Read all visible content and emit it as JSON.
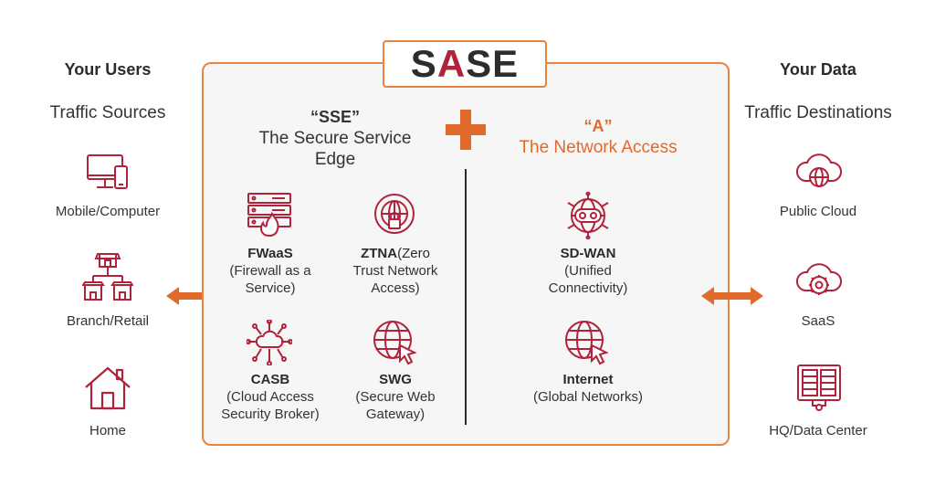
{
  "colors": {
    "accent": "#b0233a",
    "orange": "#e9833f",
    "dark": "#2b2b2b"
  },
  "logo": {
    "part1": "S",
    "part2": "A",
    "part3": "SE"
  },
  "left": {
    "heading": "Your Users",
    "subheading": "Traffic Sources",
    "items": [
      {
        "label": "Mobile/Computer",
        "icon": "computer-phone-icon"
      },
      {
        "label": "Branch/Retail",
        "icon": "branch-network-icon"
      },
      {
        "label": "Home",
        "icon": "home-icon"
      }
    ]
  },
  "right": {
    "heading": "Your Data",
    "subheading": "Traffic Destinations",
    "items": [
      {
        "label": "Public Cloud",
        "icon": "cloud-globe-icon"
      },
      {
        "label": "SaaS",
        "icon": "cloud-gear-icon"
      },
      {
        "label": "HQ/Data Center",
        "icon": "server-rack-icon"
      }
    ]
  },
  "sse": {
    "quote": "“SSE”",
    "title_line1": "The Secure Service",
    "title_line2": "Edge",
    "items": [
      {
        "title": "FWaaS",
        "desc1": "(Firewall as a",
        "desc2": "Service)"
      },
      {
        "title": "ZTNA",
        "title_rest": "(Zero",
        "desc1": "Trust Network",
        "desc2": "Access)"
      },
      {
        "title": "CASB",
        "desc1": "(Cloud Access",
        "desc2": "Security Broker)"
      },
      {
        "title": "SWG",
        "desc1": "(Secure Web",
        "desc2": "Gateway)"
      }
    ]
  },
  "network": {
    "quote": "“A”",
    "title": "The Network Access",
    "items": [
      {
        "title": "SD-WAN",
        "desc1": "(Unified",
        "desc2": "Connectivity)"
      },
      {
        "title": "Internet",
        "desc1": "(Global Networks)"
      }
    ]
  }
}
